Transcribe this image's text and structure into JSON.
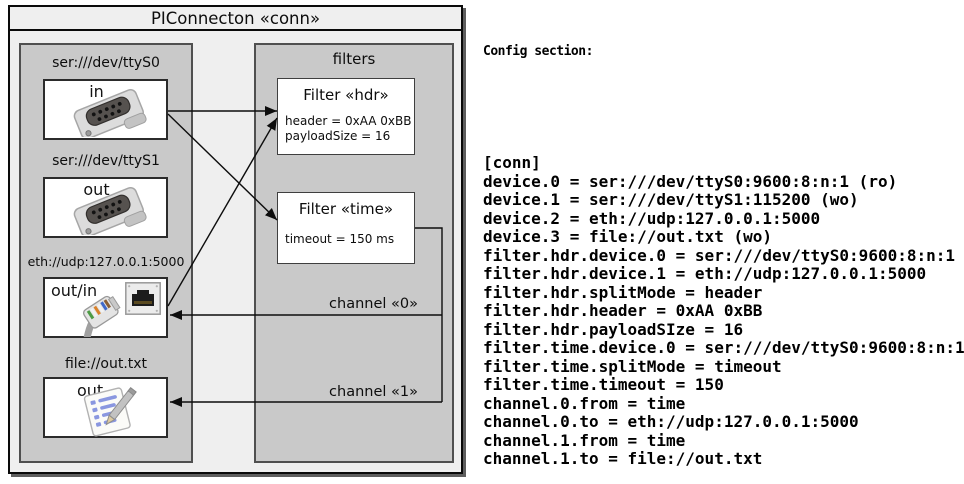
{
  "diagram": {
    "title": "PIConnecton «conn»",
    "devices": [
      {
        "label": "ser:///dev/ttyS0",
        "port": "in",
        "icon": "serial-connector"
      },
      {
        "label": "ser:///dev/ttyS1",
        "port": "out",
        "icon": "serial-connector"
      },
      {
        "label": "eth://udp:127.0.0.1:5000",
        "port": "out/in",
        "icon": "ethernet-connector"
      },
      {
        "label": "file://out.txt",
        "port": "out",
        "icon": "notepad-pencil"
      }
    ],
    "filters_panel_title": "filters",
    "filters": [
      {
        "title": "Filter «hdr»",
        "properties": [
          "header = 0xAA 0xBB",
          "payloadSize = 16"
        ]
      },
      {
        "title": "Filter «time»",
        "properties": [
          "timeout = 150 ms"
        ]
      }
    ],
    "channels": [
      {
        "label": "channel «0»"
      },
      {
        "label": "channel «1»"
      }
    ],
    "colors": {
      "panel_gray": "#c9c9c9",
      "canvas_gray": "#efefef",
      "line_black": "#0d0d0d"
    }
  },
  "config": {
    "heading": "Config section:",
    "lines": [
      "[conn]",
      "device.0 = ser:///dev/ttyS0:9600:8:n:1 (ro)",
      "device.1 = ser:///dev/ttyS1:115200 (wo)",
      "device.2 = eth://udp:127.0.0.1:5000",
      "device.3 = file://out.txt (wo)",
      "filter.hdr.device.0 = ser:///dev/ttyS0:9600:8:n:1",
      "filter.hdr.device.1 = eth://udp:127.0.0.1:5000",
      "filter.hdr.splitMode = header",
      "filter.hdr.header = 0xAA 0xBB",
      "filter.hdr.payloadSIze = 16",
      "filter.time.device.0 = ser:///dev/ttyS0:9600:8:n:1",
      "filter.time.splitMode = timeout",
      "filter.time.timeout = 150",
      "channel.0.from = time",
      "channel.0.to = eth://udp:127.0.0.1:5000",
      "channel.1.from = time",
      "channel.1.to = file://out.txt"
    ]
  }
}
